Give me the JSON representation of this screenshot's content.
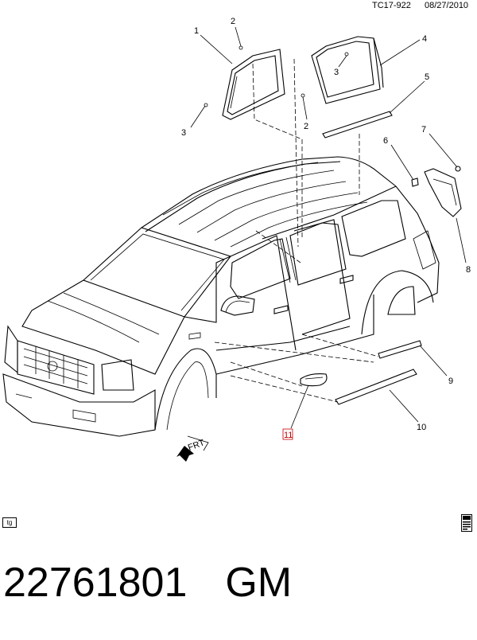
{
  "header": {
    "drawing_id": "TC17-922",
    "date": "08/27/2010"
  },
  "callouts": [
    {
      "id": "c1",
      "text": "1"
    },
    {
      "id": "c2a",
      "text": "2"
    },
    {
      "id": "c2b",
      "text": "2"
    },
    {
      "id": "c3a",
      "text": "3"
    },
    {
      "id": "c3b",
      "text": "3"
    },
    {
      "id": "c4",
      "text": "4"
    },
    {
      "id": "c5",
      "text": "5"
    },
    {
      "id": "c6",
      "text": "6"
    },
    {
      "id": "c7",
      "text": "7"
    },
    {
      "id": "c8",
      "text": "8"
    },
    {
      "id": "c9",
      "text": "9"
    },
    {
      "id": "c10",
      "text": "10"
    },
    {
      "id": "c11",
      "text": "11"
    }
  ],
  "front_marker": "FRT",
  "footer": {
    "tag": "tg",
    "part_number": "22761801",
    "brand": "GM"
  },
  "colors": {
    "highlight_callout": "#c00000",
    "line": "#000000"
  }
}
